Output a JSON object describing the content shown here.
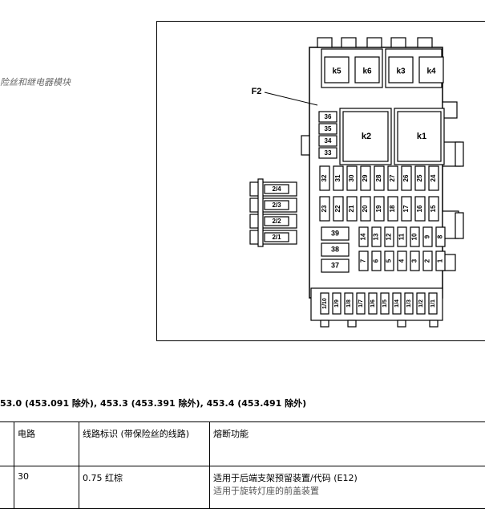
{
  "caption": "险丝和继电器模块",
  "section_heading": "53.0 (453.091 除外), 453.3 (453.391 除外), 453.4 (453.491 除外)",
  "diagram": {
    "pointer_label": "F2",
    "relays_top": [
      "k5",
      "k6",
      "k3",
      "k4"
    ],
    "relays_main": [
      "k2",
      "k1"
    ],
    "upper_left_fuses": [
      "36",
      "35",
      "34",
      "33"
    ],
    "row_a": [
      "32",
      "31",
      "30",
      "29",
      "28",
      "27",
      "26",
      "25",
      "24"
    ],
    "row_b": [
      "23",
      "22",
      "21",
      "20",
      "19",
      "18",
      "17",
      "16",
      "15"
    ],
    "large_fuses": [
      "39",
      "38",
      "37"
    ],
    "row_c": [
      "14",
      "13",
      "12",
      "11",
      "10",
      "9",
      "8"
    ],
    "row_d": [
      "7",
      "6",
      "5",
      "4",
      "3",
      "2",
      "1"
    ],
    "side_fuses": [
      "2/4",
      "2/3",
      "2/2",
      "2/1"
    ],
    "bottom_fuses": [
      "1/10",
      "1/9",
      "1/8",
      "1/7",
      "1/6",
      "1/5",
      "1/4",
      "1/3",
      "1/2",
      "1/1"
    ]
  },
  "table": {
    "headers": [
      "",
      "电路",
      "线路标识 (带保险丝的线路)",
      "熔断功能"
    ],
    "rows": [
      {
        "c1": "",
        "c2": "30",
        "c3": "0.75 红棕",
        "c4": "适用于后端支架预留装置/代码 (E12)",
        "c4b": "适用于旋转灯座的前盖装置"
      }
    ]
  }
}
